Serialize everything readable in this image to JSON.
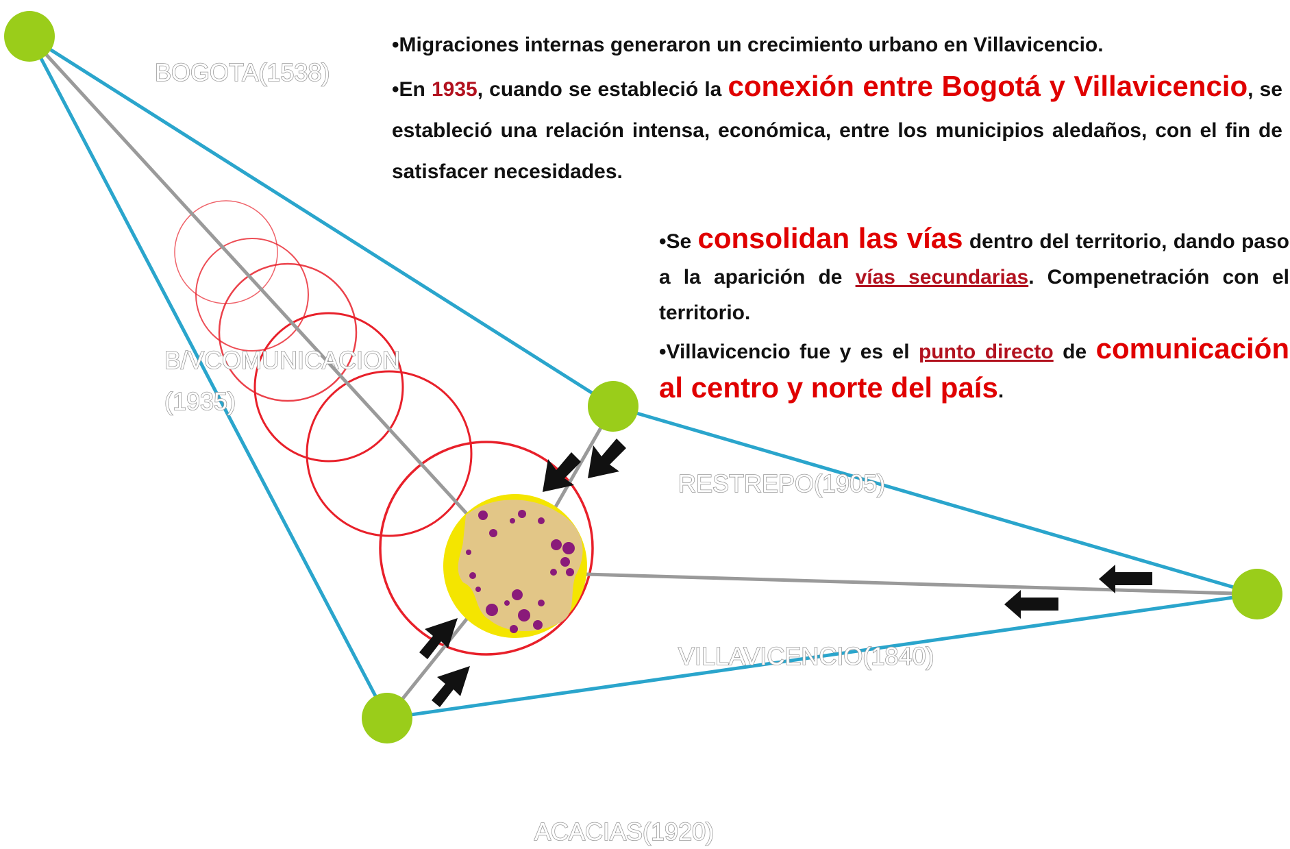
{
  "nodes": {
    "bogota": "BOGOTA(1538)",
    "restrepo": "RESTREPO(1905)",
    "villavicencio": "VILLAVICENCIO(1840)",
    "acacias": "ACACIAS(1920)",
    "via_label_1": "B/VCOMUNICACION",
    "via_label_2": "(1935)"
  },
  "text": {
    "p1_line1": "•Migraciones internas generaron un crecimiento urbano en Villavicencio.",
    "p1_en": "•En ",
    "p1_year": "1935",
    "p1_mid": ", cuando se estableció la ",
    "p1_conexion": "conexión entre Bogotá y Villavicencio",
    "p1_rest": ", se estableció una relación intensa, económica, entre los municipios aledaños, con el fin de satisfacer necesidades.",
    "p2_se": "•Se ",
    "p2_consolidan": "consolidan las vías",
    "p2_mid": " dentro del territorio, dando paso a la aparición de ",
    "p2_secundarias": "vías secundarias",
    "p2_end": ". Compenetración con el territorio.",
    "p3_start": "•Villavicencio fue y es el ",
    "p3_punto": "punto directo",
    "p3_de": " de ",
    "p3_comunicacion": "comunicación al centro y norte del país",
    "p3_end": "."
  },
  "colors": {
    "node": "#9acd1a",
    "triangle": "#2aa5cc",
    "road": "#9a9a9a",
    "rings": "#e8202a",
    "city_fill": "#f4e500",
    "city_core": "#e0c48e",
    "dots": "#8a1a7a"
  }
}
